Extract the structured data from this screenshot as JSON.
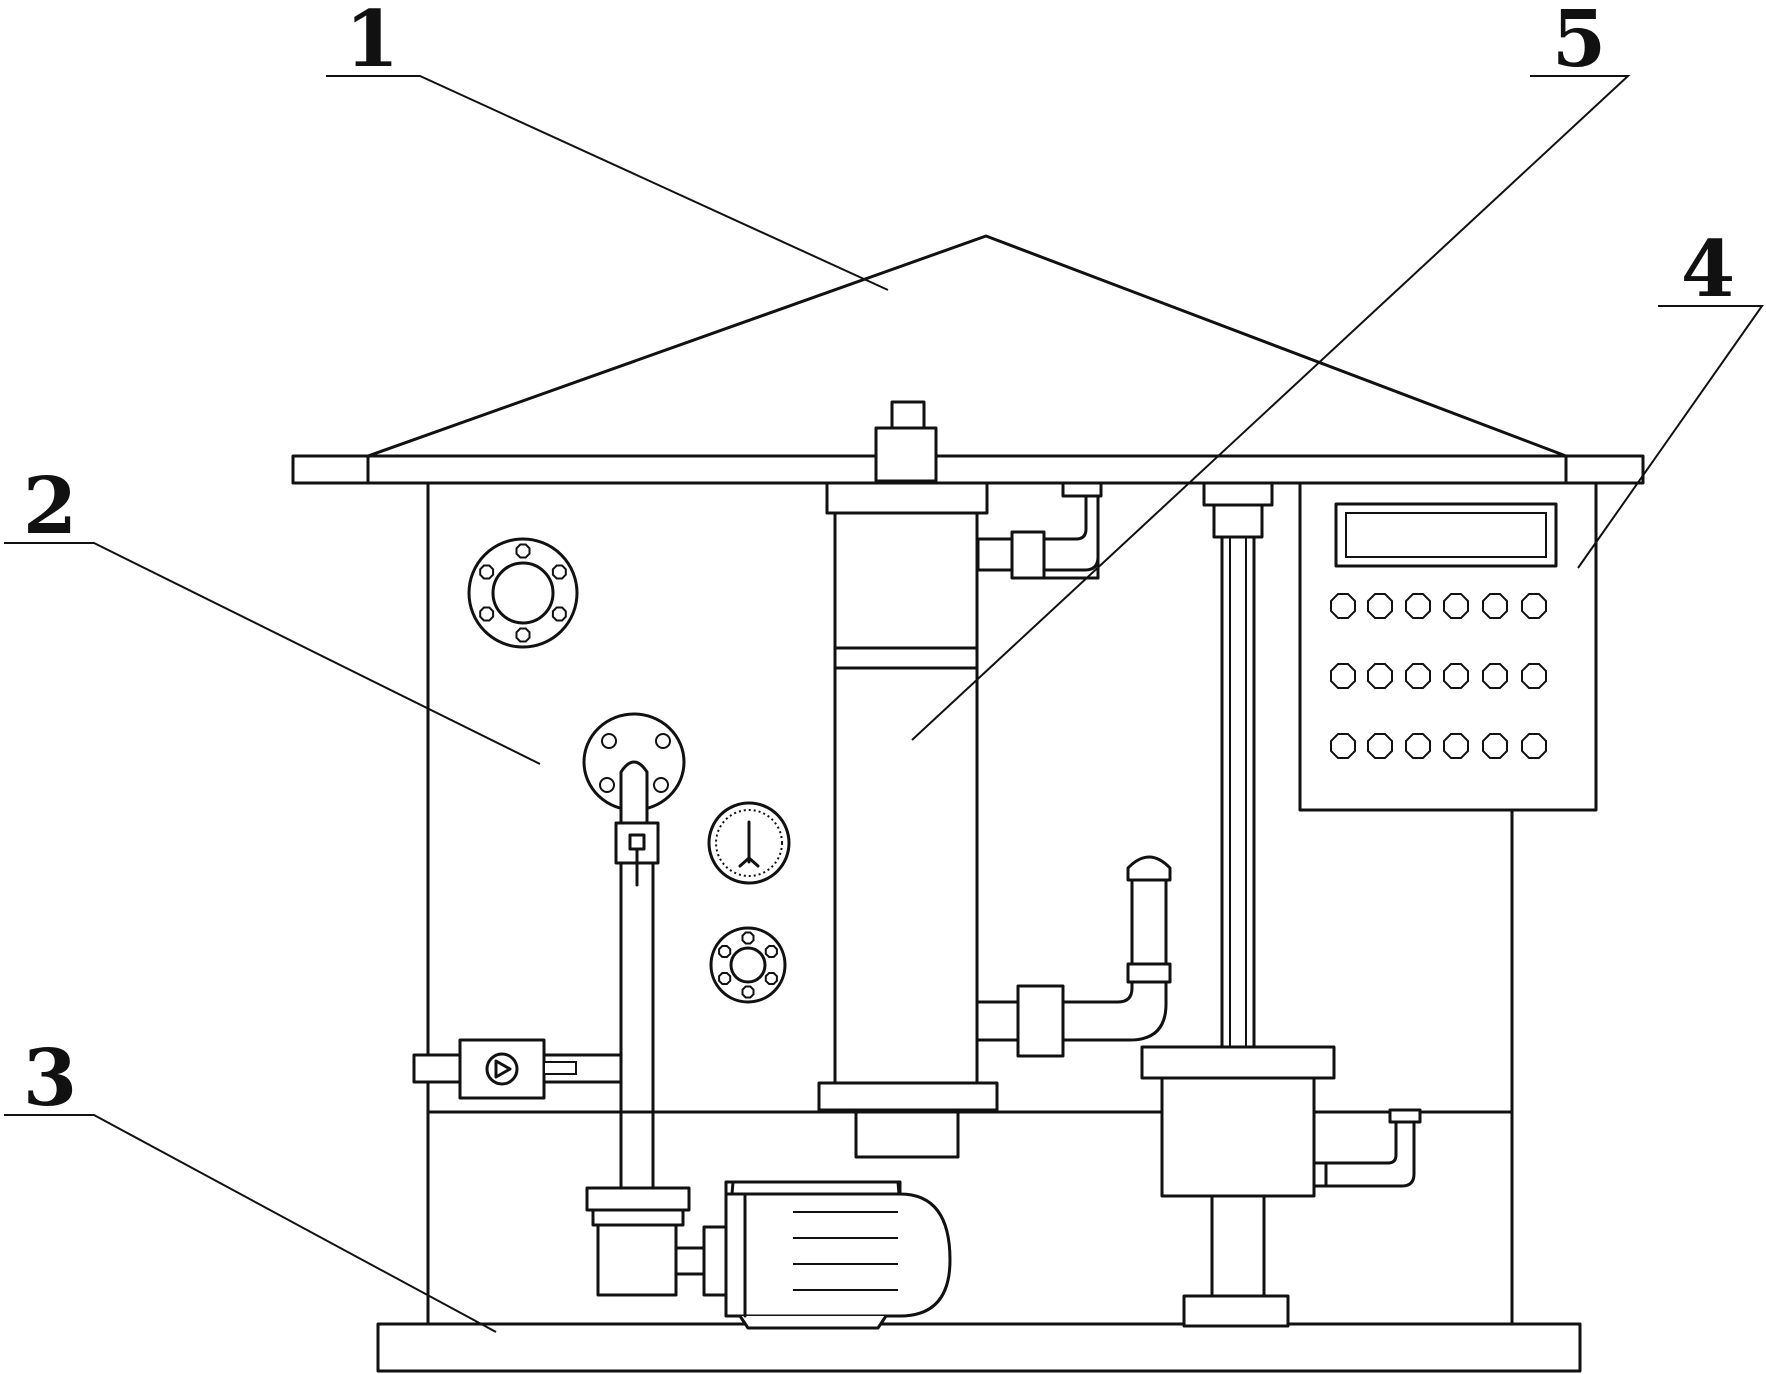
{
  "labels": [
    {
      "id": "1",
      "text": "1"
    },
    {
      "id": "2",
      "text": "2"
    },
    {
      "id": "3",
      "text": "3"
    },
    {
      "id": "4",
      "text": "4"
    },
    {
      "id": "5",
      "text": "5"
    }
  ],
  "colors": {
    "stroke": "#111111",
    "background": "#ffffff"
  }
}
